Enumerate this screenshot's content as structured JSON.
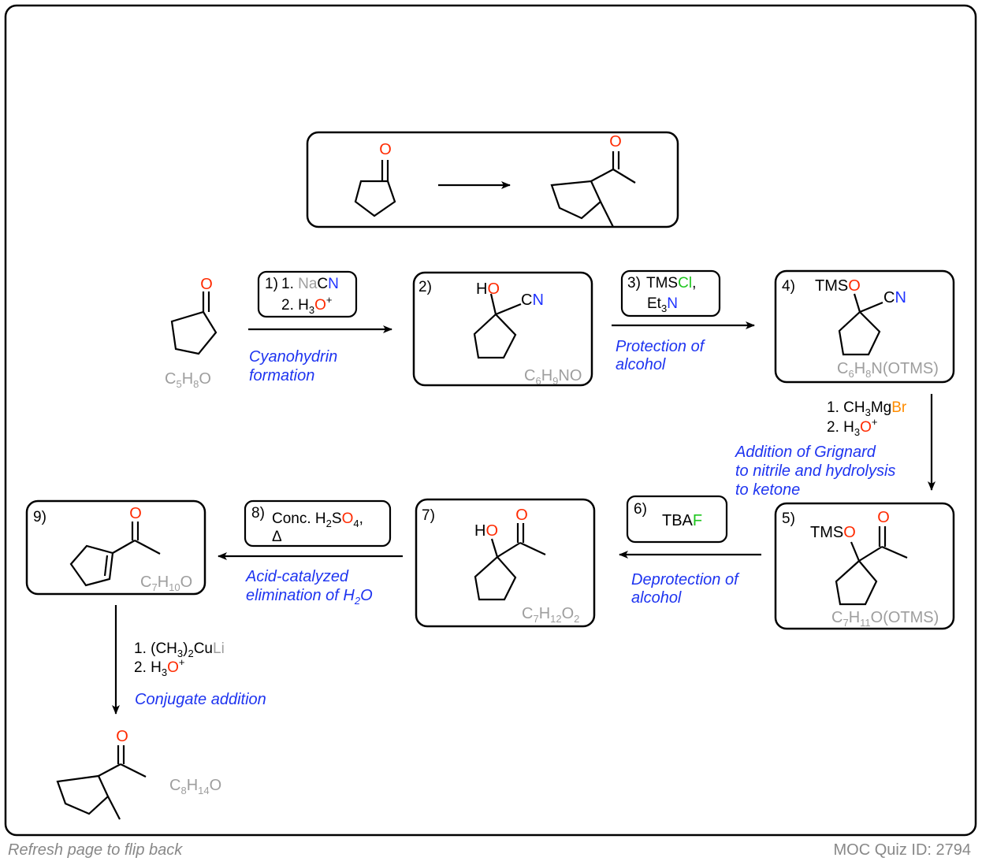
{
  "colors": {
    "oxygen": "#ff2a00",
    "nitrogen": "#1f33ff",
    "chlorine": "#1ec61e",
    "bromine": "#ff8c00",
    "fluorine": "#1ec61e",
    "lithium": "#9e9e9e",
    "sodium": "#9e9e9e",
    "grey": "#8c8c8c",
    "blue": "#1e34f0",
    "black": "#000000"
  },
  "atoms": {
    "O": "O",
    "N": "N",
    "H": "H",
    "CN": "CN",
    "HO_H": "H",
    "HO_O": "O",
    "TMS": "TMS",
    "C": "C"
  },
  "target_box": {
    "arrow": "→"
  },
  "start": {
    "formula": [
      "C",
      "5",
      "H",
      "8",
      "O"
    ]
  },
  "step1": {
    "number": "1)",
    "line1_prefix": "1. ",
    "na": "Na",
    "c": "C",
    "n": "N",
    "line2_prefix": "2. H",
    "sub3": "3",
    "o": "O",
    "plus": "+",
    "caption_line1": "Cyanohydrin",
    "caption_line2": "formation"
  },
  "cpd2": {
    "number": "2)",
    "formula": [
      "C",
      "6",
      "H",
      "9",
      "NO"
    ]
  },
  "step3": {
    "number": "3)",
    "line1": "TMS",
    "cl": "Cl",
    "comma": ",",
    "et": "Et",
    "sub3": "3",
    "n": "N",
    "caption_line1": "Protection of",
    "caption_line2": "alcohol"
  },
  "cpd4": {
    "number": "4)",
    "formula": [
      "C",
      "6",
      "H",
      "8",
      "N(OTMS)"
    ]
  },
  "step_grignard": {
    "line1_prefix": "1. CH",
    "sub3": "3",
    "mg": "Mg",
    "br": "Br",
    "line2_prefix": "2. H",
    "o": "O",
    "plus": "+",
    "caption_line1": "Addition of Grignard",
    "caption_line2": "to nitrile and hydrolysis",
    "caption_line3": "to ketone"
  },
  "cpd5": {
    "number": "5)",
    "formula": [
      "C",
      "7",
      "H",
      "11",
      "O(OTMS)"
    ]
  },
  "step6": {
    "number": "6)",
    "reagent": "TBA",
    "f": "F",
    "caption_line1": "Deprotection of",
    "caption_line2": "alcohol"
  },
  "cpd7": {
    "number": "7)",
    "formula": [
      "C",
      "7",
      "H",
      "12",
      "O",
      "2",
      ""
    ]
  },
  "step8": {
    "number": "8)",
    "line1_prefix": "Conc. H",
    "sub2": "2",
    "s": "S",
    "o4": "O",
    "sub4": "4",
    "comma": ",",
    "delta": "Δ",
    "caption_line1": "Acid-catalyzed",
    "caption_line2": "elimination of H",
    "caption_sub2": "2",
    "caption_o": "O"
  },
  "cpd9": {
    "number": "9)",
    "formula": [
      "C",
      "7",
      "H",
      "10",
      "O"
    ]
  },
  "step_cuprate": {
    "line1_prefix": "1. (CH",
    "sub3": "3",
    "close": ")",
    "sub2": "2",
    "cu": "Cu",
    "li": "Li",
    "line2_prefix": "2. H",
    "o": "O",
    "plus": "+",
    "caption": "Conjugate addition"
  },
  "product": {
    "formula": [
      "C",
      "8",
      "H",
      "14",
      "O"
    ]
  },
  "footer": {
    "left": "Refresh page to flip back",
    "right": "MOC Quiz ID: 2794"
  }
}
